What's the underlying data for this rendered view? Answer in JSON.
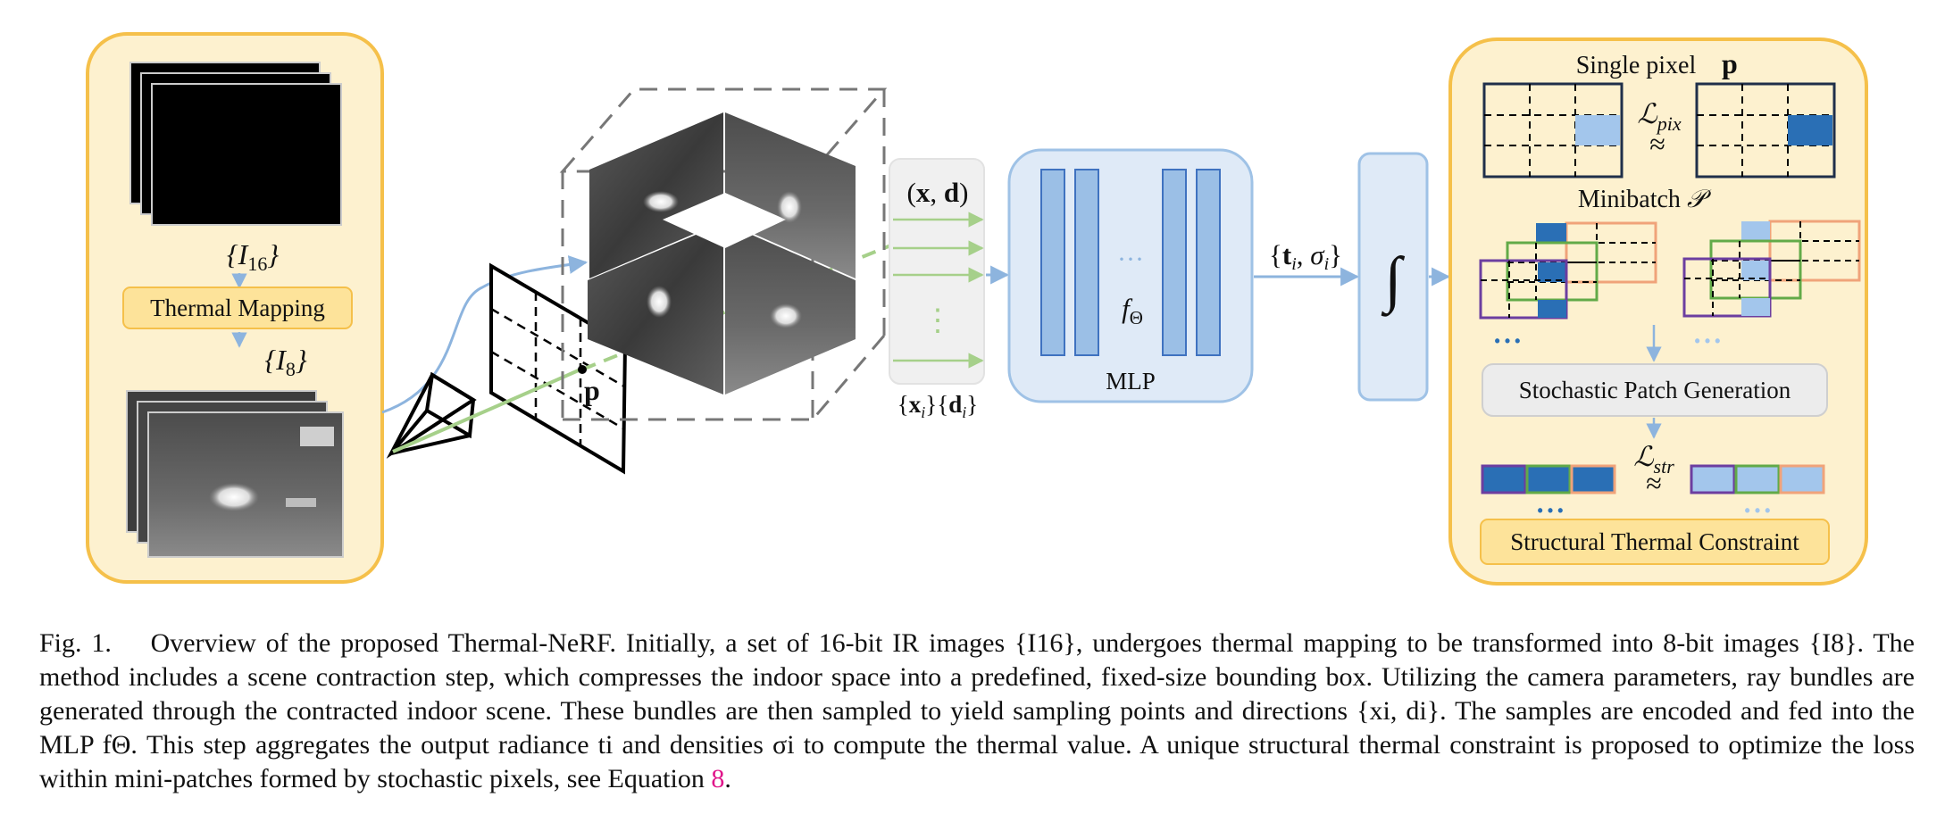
{
  "left_panel": {
    "input_label": "{I16}",
    "mapping_label": "Thermal Mapping",
    "output_label": "{I8}"
  },
  "camera": {
    "pixel_label": "p"
  },
  "samples": {
    "top_label": "(x, d)",
    "ellipsis": "⋮",
    "bottom_label": "{xi}{di}"
  },
  "mlp": {
    "function_label": "fΘ",
    "name": "MLP",
    "dots": "···"
  },
  "outputs_label": "{ti, σi}",
  "integral_symbol": "∫",
  "right_panel": {
    "single_pixel_label": "Single pixel",
    "single_pixel_symbol": "p",
    "loss_pix_label": "ℒpix",
    "approx": "≈",
    "minibatch_label": "Minibatch",
    "minibatch_symbol": "𝒫",
    "dots": "• • •",
    "dots_light": "• • •",
    "patch_generation_label": "Stochastic Patch Generation",
    "loss_str_label": "ℒstr",
    "constraint_label": "Structural Thermal Constraint"
  },
  "caption": {
    "fig_label": "Fig. 1.",
    "text": "Overview of the proposed Thermal-NeRF. Initially, a set of 16-bit IR images {I16}, undergoes thermal mapping to be transformed into 8-bit images {I8}. The method includes a scene contraction step, which compresses the indoor space into a predefined, fixed-size bounding box. Utilizing the camera parameters, ray bundles are generated through the contracted indoor scene. These bundles are then sampled to yield sampling points and directions {xi, di}. The samples are encoded and fed into the MLP fΘ. This step aggregates the output radiance ti and densities σi to compute the thermal value. A unique structural thermal constraint is proposed to optimize the loss within mini-patches formed by stochastic pixels, see Equation",
    "ref": "8",
    "end": "."
  },
  "colors": {
    "panel_fill": "#fdf1cf",
    "panel_border": "#f5c04a",
    "blue_fill": "#dfeaf7",
    "blue_border": "#9fc2e6",
    "bar_fill": "#9bbfe6",
    "bar_border": "#3f72c0",
    "arrow": "#8db4de",
    "ray_green": "#a6d08a",
    "pixel_dark": "#2a6fb5",
    "pixel_light": "#a3c6ec",
    "patch_purple": "#6c3ea0",
    "patch_green": "#62aa48",
    "patch_orange": "#f0a37a"
  }
}
